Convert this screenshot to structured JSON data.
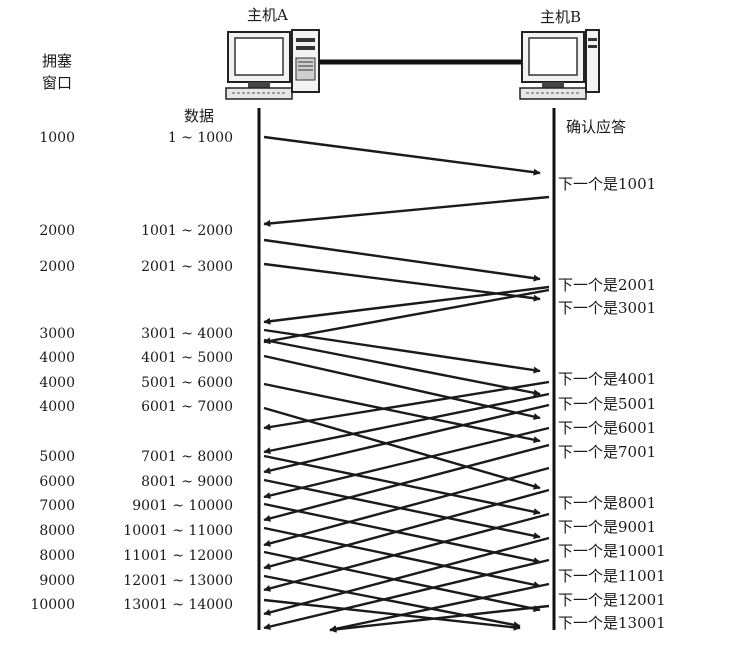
{
  "host_a_label": "主机A",
  "host_b_label": "主机B",
  "window_header_1": "拥塞",
  "window_header_2": "窗口",
  "data_header": "数据",
  "ack_header": "确认应答",
  "windows": [
    "1000",
    "2000",
    "2000",
    "3000",
    "4000",
    "4000",
    "4000",
    "5000",
    "6000",
    "7000",
    "8000",
    "8000",
    "9000",
    "10000"
  ],
  "segments": [
    "1 ~ 1000",
    "1001 ~ 2000",
    "2001 ~ 3000",
    "3001 ~ 4000",
    "4001 ~ 5000",
    "5001 ~ 6000",
    "6001 ~ 7000",
    "7001 ~ 8000",
    "8001 ~ 9000",
    "9001 ~ 10000",
    "10001 ~ 11000",
    "11001 ~ 12000",
    "12001 ~ 13000",
    "13001 ~ 14000"
  ],
  "acks": [
    "下一个是1001",
    "下一个是2001",
    "下一个是3001",
    "下一个是4001",
    "下一个是5001",
    "下一个是6001",
    "下一个是7001",
    "下一个是8001",
    "下一个是9001",
    "下一个是10001",
    "下一个是11001",
    "下一个是12001",
    "下一个是13001"
  ]
}
